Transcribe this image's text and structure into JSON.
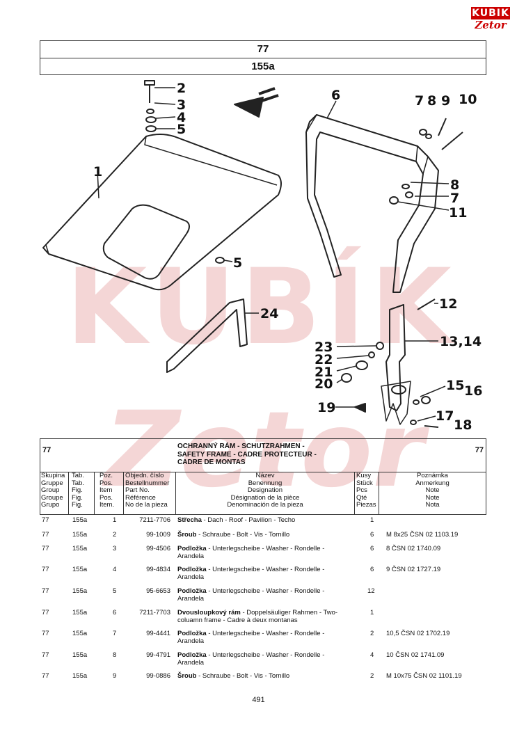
{
  "brand": {
    "name": "KUBIK",
    "sub": "Zetor"
  },
  "header": {
    "group": "77",
    "fig": "155a"
  },
  "watermark": {
    "line1": "KUBÍK",
    "line2": "Zetor"
  },
  "callouts": [
    "1",
    "2",
    "3",
    "4",
    "5",
    "5",
    "6",
    "7",
    "8",
    "9",
    "10",
    "8",
    "7",
    "11",
    "12",
    "13,14",
    "24",
    "23",
    "22",
    "21",
    "20",
    "15",
    "16",
    "19",
    "17",
    "18"
  ],
  "section": {
    "code_left": "77",
    "code_right": "77",
    "title_lines": [
      "OCHRANNÝ RÁM - SCHUTZRAHMEN -",
      "SAFETY FRAME - CADRE PROTECTEUR -",
      "CADRE DE MONTAS"
    ]
  },
  "columns": {
    "skupina": [
      "Skupina",
      "Gruppe",
      "Group",
      "Groupe",
      "Grupo"
    ],
    "tab": [
      "Tab.",
      "Tab.",
      "Fig.",
      "Fig.",
      "Fig."
    ],
    "poz": [
      "Poz.",
      "Pos.",
      "Item",
      "Pos.",
      "Item."
    ],
    "cislo": [
      "Objedn. číslo",
      "Bestellnummer",
      "Part No.",
      "Référence",
      "No de la pieza"
    ],
    "nazev": [
      "Název",
      "Benennung",
      "Designation",
      "Désignation de la pièce",
      "Denominación de la pieza"
    ],
    "kusy": [
      "Kusy",
      "Stück",
      "Pcs",
      "Qté",
      "Piezas"
    ],
    "poznamka": [
      "Poznámka",
      "Anmerkung",
      "Note",
      "Note",
      "Nota"
    ]
  },
  "rows": [
    {
      "group": "77",
      "fig": "155a",
      "item": "1",
      "part": "7211-7706",
      "name_bold": "Střecha",
      "name_rest": " - Dach - Roof - Pavilion - Techo",
      "name2": "",
      "qty": "1",
      "note": ""
    },
    {
      "group": "77",
      "fig": "155a",
      "item": "2",
      "part": "99-1009",
      "name_bold": "Šroub",
      "name_rest": " - Schraube - Bolt - Vis - Tornillo",
      "name2": "",
      "qty": "6",
      "note": "M 8x25 ČSN 02 1103.19"
    },
    {
      "group": "77",
      "fig": "155a",
      "item": "3",
      "part": "99-4506",
      "name_bold": "Podložka",
      "name_rest": " - Unterlegscheibe - Washer - Rondelle -",
      "name2": "Arandela",
      "qty": "6",
      "note": "8 ČSN 02 1740.09"
    },
    {
      "group": "77",
      "fig": "155a",
      "item": "4",
      "part": "99-4834",
      "name_bold": "Podložka",
      "name_rest": " - Unterlegscheibe - Washer - Rondelle -",
      "name2": "Arandela",
      "qty": "6",
      "note": "9 ČSN 02 1727.19"
    },
    {
      "group": "77",
      "fig": "155a",
      "item": "5",
      "part": "95-6653",
      "name_bold": "Podložka",
      "name_rest": " - Unterlegscheibe - Washer - Rondelle -",
      "name2": "Arandela",
      "qty": "12",
      "note": ""
    },
    {
      "group": "77",
      "fig": "155a",
      "item": "6",
      "part": "7211-7703",
      "name_bold": "Dvousloupkový rám",
      "name_rest": " - Doppelsäuliger Rahmen - Two-",
      "name2": "coluamn frame - Cadre à deux montanas",
      "qty": "1",
      "note": ""
    },
    {
      "group": "77",
      "fig": "155a",
      "item": "7",
      "part": "99-4441",
      "name_bold": "Podložka",
      "name_rest": " - Unterlegscheibe - Washer - Rondelle -",
      "name2": "Arandela",
      "qty": "2",
      "note": "10,5 ČSN 02 1702.19"
    },
    {
      "group": "77",
      "fig": "155a",
      "item": "8",
      "part": "99-4791",
      "name_bold": "Podložka",
      "name_rest": " - Unterlegscheibe - Washer - Rondelle -",
      "name2": "Arandela",
      "qty": "4",
      "note": "10 ČSN 02 1741.09"
    },
    {
      "group": "77",
      "fig": "155a",
      "item": "9",
      "part": "99-0886",
      "name_bold": "Šroub",
      "name_rest": " - Schraube - Bolt - Vis - Tornillo",
      "name2": "",
      "qty": "2",
      "note": "M 10x75 ČSN 02 1101.19"
    }
  ],
  "page_number": "491"
}
